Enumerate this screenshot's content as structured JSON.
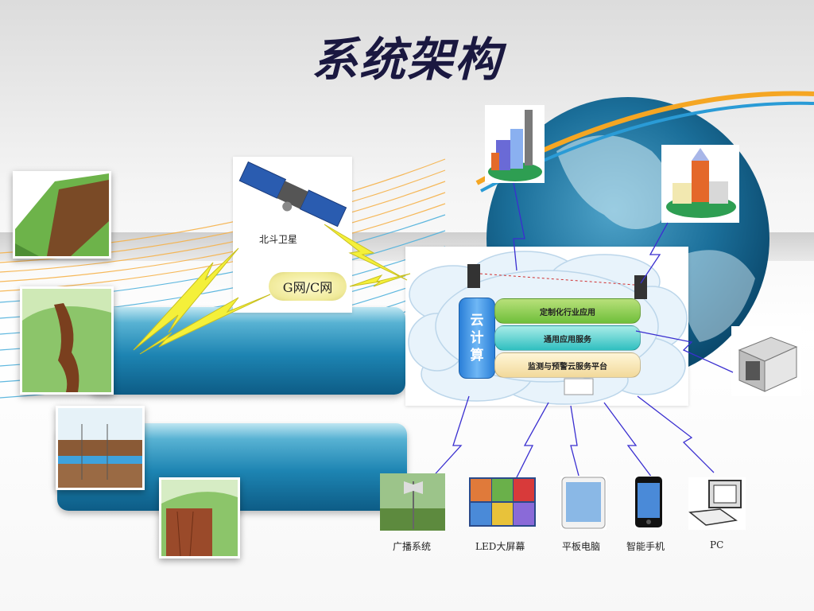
{
  "title": "系统架构",
  "satellite_label": "北斗卫星",
  "network_label": "G网/C网",
  "cloud": {
    "compute_label": [
      "云",
      "计",
      "算"
    ],
    "layers": [
      "定制化行业应用",
      "通用应用服务",
      "监测与预警云服务平台"
    ]
  },
  "devices": [
    {
      "label": "广播系统",
      "icon": "broadcast-speaker-icon"
    },
    {
      "label": "LED大屏幕",
      "icon": "led-screen-icon"
    },
    {
      "label": "平板电脑",
      "icon": "tablet-icon"
    },
    {
      "label": "智能手机",
      "icon": "smartphone-icon"
    },
    {
      "label": "PC",
      "icon": "pc-icon"
    }
  ],
  "colors": {
    "title": "#1a1840",
    "bar_blue": "#1d84b2",
    "link_blue": "#3a2fd0",
    "lightning_yellow": "#f4f03a"
  }
}
